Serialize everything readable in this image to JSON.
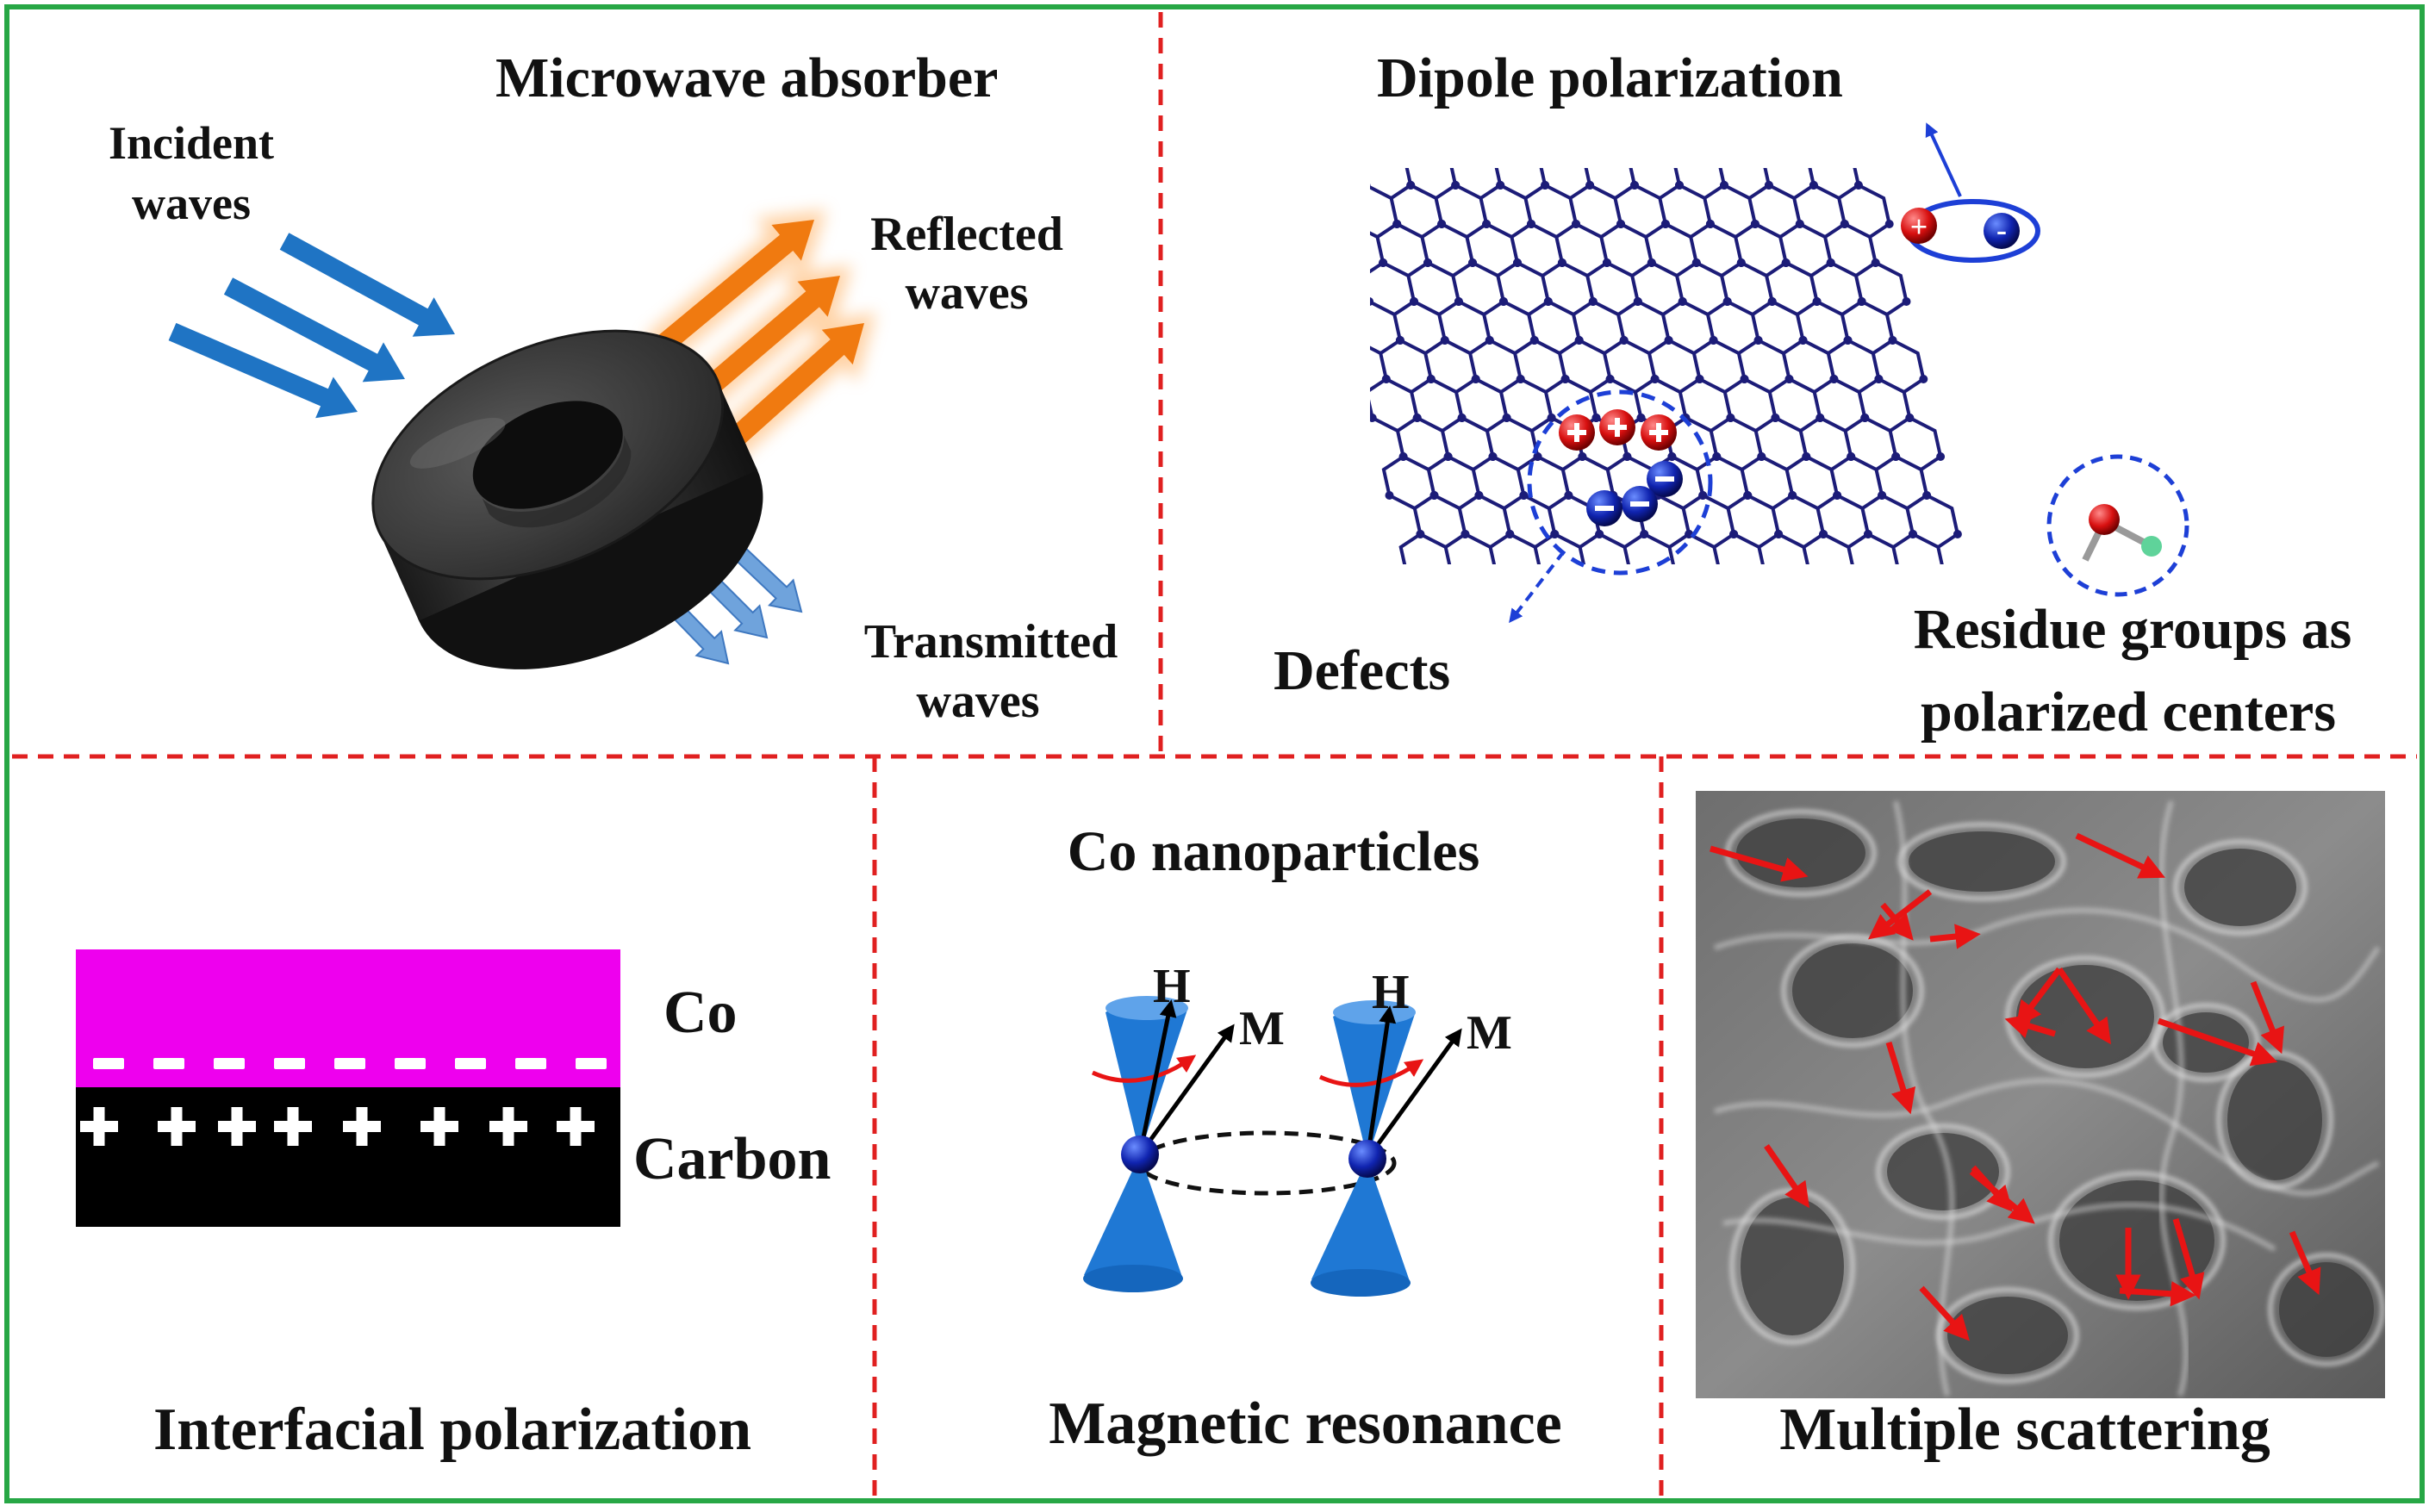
{
  "colors": {
    "frame": "#27a745",
    "divider": "#e02020",
    "incident": "#1f74c4",
    "reflected": "#f07a10",
    "transmitted": "#6fa3dc",
    "lattice": "#1c1c78",
    "positive": "#e81c1c",
    "negative": "#1d3fd6",
    "magenta": "#ee00ee",
    "cone": "#1f78d4"
  },
  "panels": {
    "absorber": {
      "title": "Microwave absorber",
      "incident": [
        "Incident",
        "waves"
      ],
      "reflected": [
        "Reflected",
        "waves"
      ],
      "transmitted": [
        "Transmitted",
        "waves"
      ]
    },
    "dipole": {
      "title": "Dipole polarization",
      "defects": "Defects",
      "residue": [
        "Residue groups as",
        "polarized centers"
      ]
    },
    "interfacial": {
      "title": "Interfacial polarization",
      "top_label": "Co",
      "bottom_label": "Carbon"
    },
    "magnetic": {
      "heading": "Co nanoparticles",
      "title": "Magnetic resonance",
      "field_label": "H",
      "moment_label": "M"
    },
    "scattering": {
      "title": "Multiple scattering"
    }
  }
}
